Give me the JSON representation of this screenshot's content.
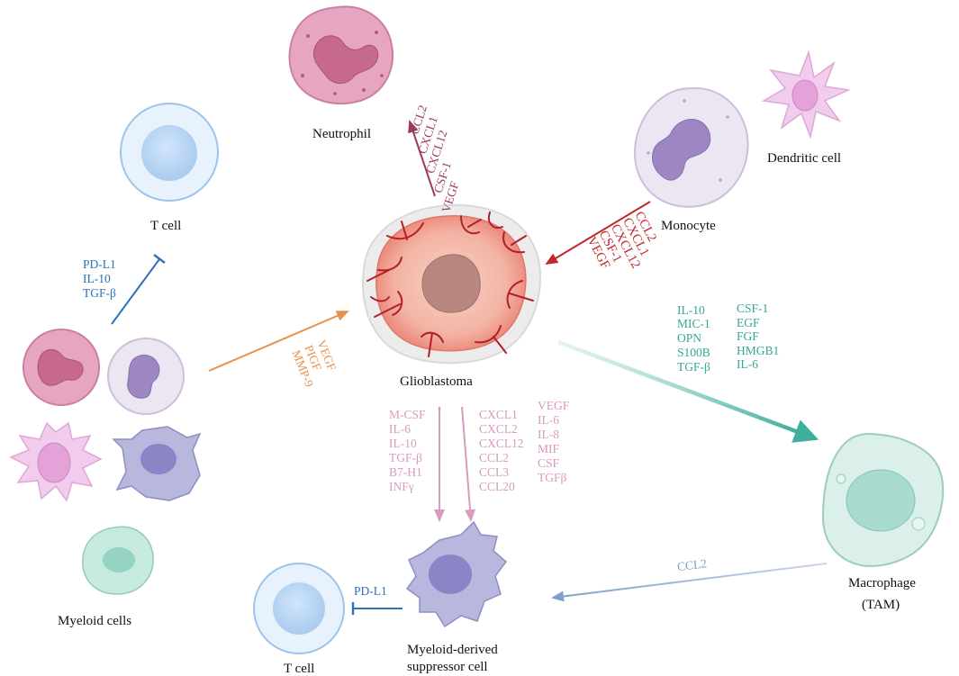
{
  "cells": {
    "neutrophil": "Neutrophil",
    "t_cell_top": "T cell",
    "glioblastoma": "Glioblastoma",
    "monocyte": "Monocyte",
    "dendritic_cell": "Dendritic cell",
    "myeloid_cells": "Myeloid cells",
    "macrophage_line1": "Macrophage",
    "macrophage_line2": "(TAM)",
    "mdsc_line1": "Myeloid-derived",
    "mdsc_line2": "suppressor cell",
    "t_cell_bottom": "T cell"
  },
  "cytokines": {
    "neutrophil": [
      "CCL2",
      "CXCL1",
      "CXCL12",
      "CSF-1",
      "VEGF"
    ],
    "monocyte": [
      "CCL2",
      "CXCL1",
      "CXCL12",
      "CSF-1",
      "VEGF"
    ],
    "myeloid_to_tumor": [
      "VEGF",
      "PIGF",
      "MMP-9"
    ],
    "t_cell_inhibition": [
      "PD-L1",
      "IL-10",
      "TGF-β"
    ],
    "macrophage_col1": [
      "IL-10",
      "MIC-1",
      "OPN",
      "S100B",
      "TGF-β"
    ],
    "macrophage_col2": [
      "CSF-1",
      "EGF",
      "FGF",
      "HMGB1",
      "IL-6"
    ],
    "mdsc_col1": [
      "M-CSF",
      "IL-6",
      "IL-10",
      "TGF-β",
      "B7-H1",
      "INFγ"
    ],
    "mdsc_col2": [
      "CXCL1",
      "CXCL2",
      "CXCL12",
      "CCL2",
      "CCL3",
      "CCL20"
    ],
    "mdsc_col3": [
      "VEGF",
      "IL-6",
      "IL-8",
      "MIF",
      "CSF",
      "TGFβ"
    ],
    "macrophage_to_mdsc": "CCL2",
    "mdsc_to_tcell": "PD-L1"
  },
  "colors": {
    "neutrophil_arrow": "#9b3a63",
    "monocyte_arrow": "#c0282d",
    "myeloid_arrow": "#e8914b",
    "inhibition": "#2c72b8",
    "macrophage_arrow": "#4bb5a4",
    "mdsc_arrows": "#d99ac0",
    "ccl2_arrow": "#7f9fcc"
  }
}
